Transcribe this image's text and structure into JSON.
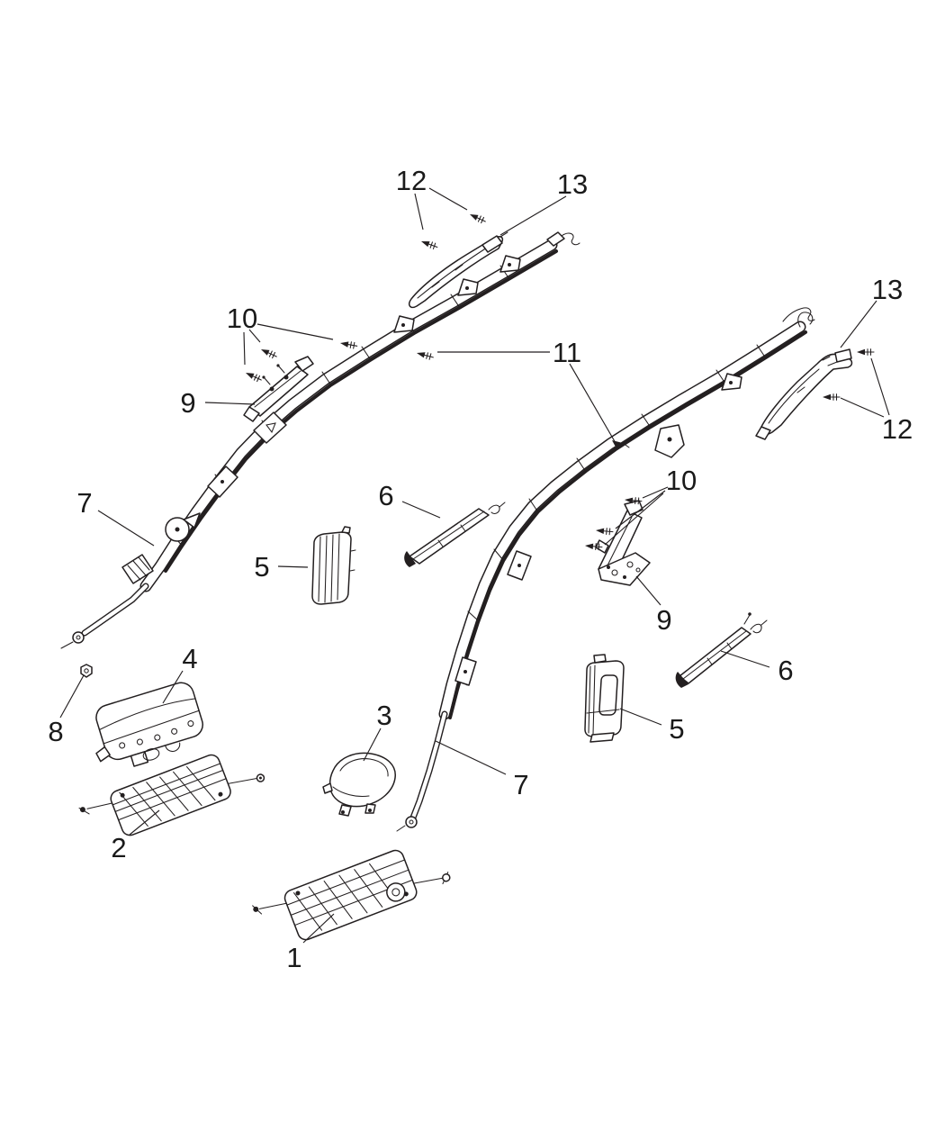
{
  "page": {
    "background": "#ffffff",
    "ink_color": "#231f20",
    "label_color": "#1a1a1a"
  },
  "diagram": {
    "kind": "exploded-parts-line-art",
    "callouts": [
      {
        "label": "1",
        "part": "airbag-module-bottom"
      },
      {
        "label": "2",
        "part": "airbag-module-left"
      },
      {
        "label": "3",
        "part": "driver-airbag-module"
      },
      {
        "label": "4",
        "part": "passenger-airbag-module"
      },
      {
        "label": "5",
        "part": "inflator-block-left"
      },
      {
        "label": "5",
        "part": "inflator-block-right"
      },
      {
        "label": "6",
        "part": "inflator-tube-center"
      },
      {
        "label": "6",
        "part": "inflator-tube-right"
      },
      {
        "label": "7",
        "part": "curtain-airbag-left"
      },
      {
        "label": "7",
        "part": "curtain-airbag-right"
      },
      {
        "label": "8",
        "part": "nut"
      },
      {
        "label": "9",
        "part": "bracket-left"
      },
      {
        "label": "9",
        "part": "bracket-right"
      },
      {
        "label": "10",
        "part": "screws-left"
      },
      {
        "label": "10",
        "part": "screws-right"
      },
      {
        "label": "11",
        "part": "fastener-center"
      },
      {
        "label": "12",
        "part": "screws-top"
      },
      {
        "label": "12",
        "part": "screws-right-upper"
      },
      {
        "label": "13",
        "part": "headliner-rail-top"
      },
      {
        "label": "13",
        "part": "headliner-rail-right"
      }
    ]
  }
}
